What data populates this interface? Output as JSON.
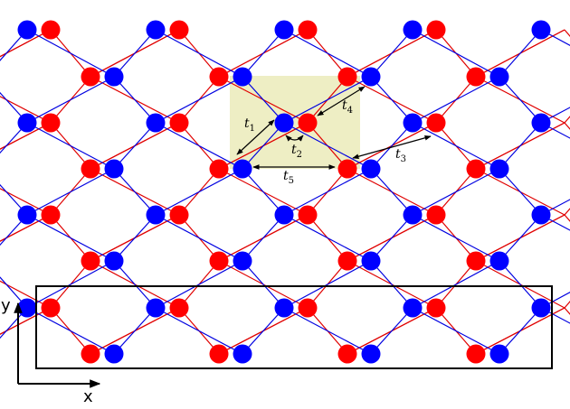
{
  "figure": {
    "unit_cell": {
      "fill": "#e8e8b0"
    },
    "sites": {
      "red": "#ff0000",
      "blue": "#0000ff"
    },
    "hopping_labels": [
      {
        "id": "t1",
        "main": "t",
        "sub": "1"
      },
      {
        "id": "t2",
        "main": "t",
        "sub": "2"
      },
      {
        "id": "t3",
        "main": "t",
        "sub": "3"
      },
      {
        "id": "t4",
        "main": "t",
        "sub": "4"
      },
      {
        "id": "t5",
        "main": "t",
        "sub": "5"
      }
    ],
    "axes": {
      "x_label": "x",
      "y_label": "y"
    }
  }
}
